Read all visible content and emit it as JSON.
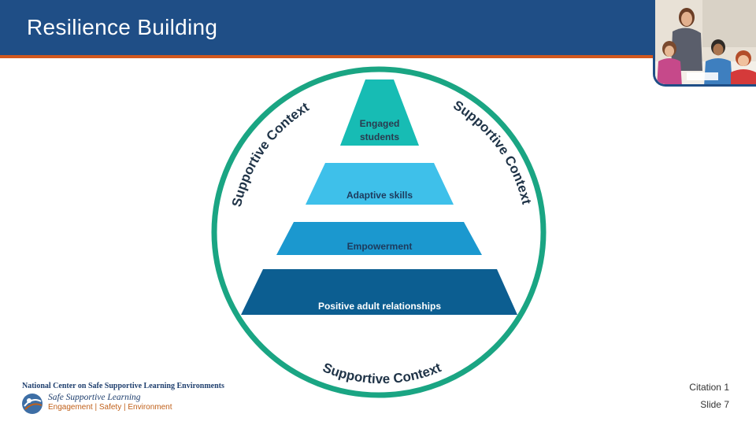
{
  "slide": {
    "title": "Resilience Building",
    "citation": "Citation 1",
    "slide_number": "Slide 7"
  },
  "diagram": {
    "ring_label_left": "Supportive Context",
    "ring_label_right": "Supportive Context",
    "ring_label_bottom": "Supportive Context",
    "tiers": [
      {
        "label_lines": [
          "Engaged",
          "students"
        ],
        "color": "#17bcb4"
      },
      {
        "label_lines": [
          "Adaptive skills"
        ],
        "color": "#3ec0ea"
      },
      {
        "label_lines": [
          "Empowerment"
        ],
        "color": "#1b98cf"
      },
      {
        "label_lines": [
          "Positive adult relationships"
        ],
        "color": "#0c5e91"
      }
    ],
    "ring_color": "#1aa583"
  },
  "logo": {
    "line1": "National Center on Safe Supportive Learning Environments",
    "line2": "Safe Supportive Learning",
    "line3": "Engagement | Safety | Environment"
  },
  "colors": {
    "header": "#1f4e86",
    "accent_rule": "#d2581e"
  }
}
